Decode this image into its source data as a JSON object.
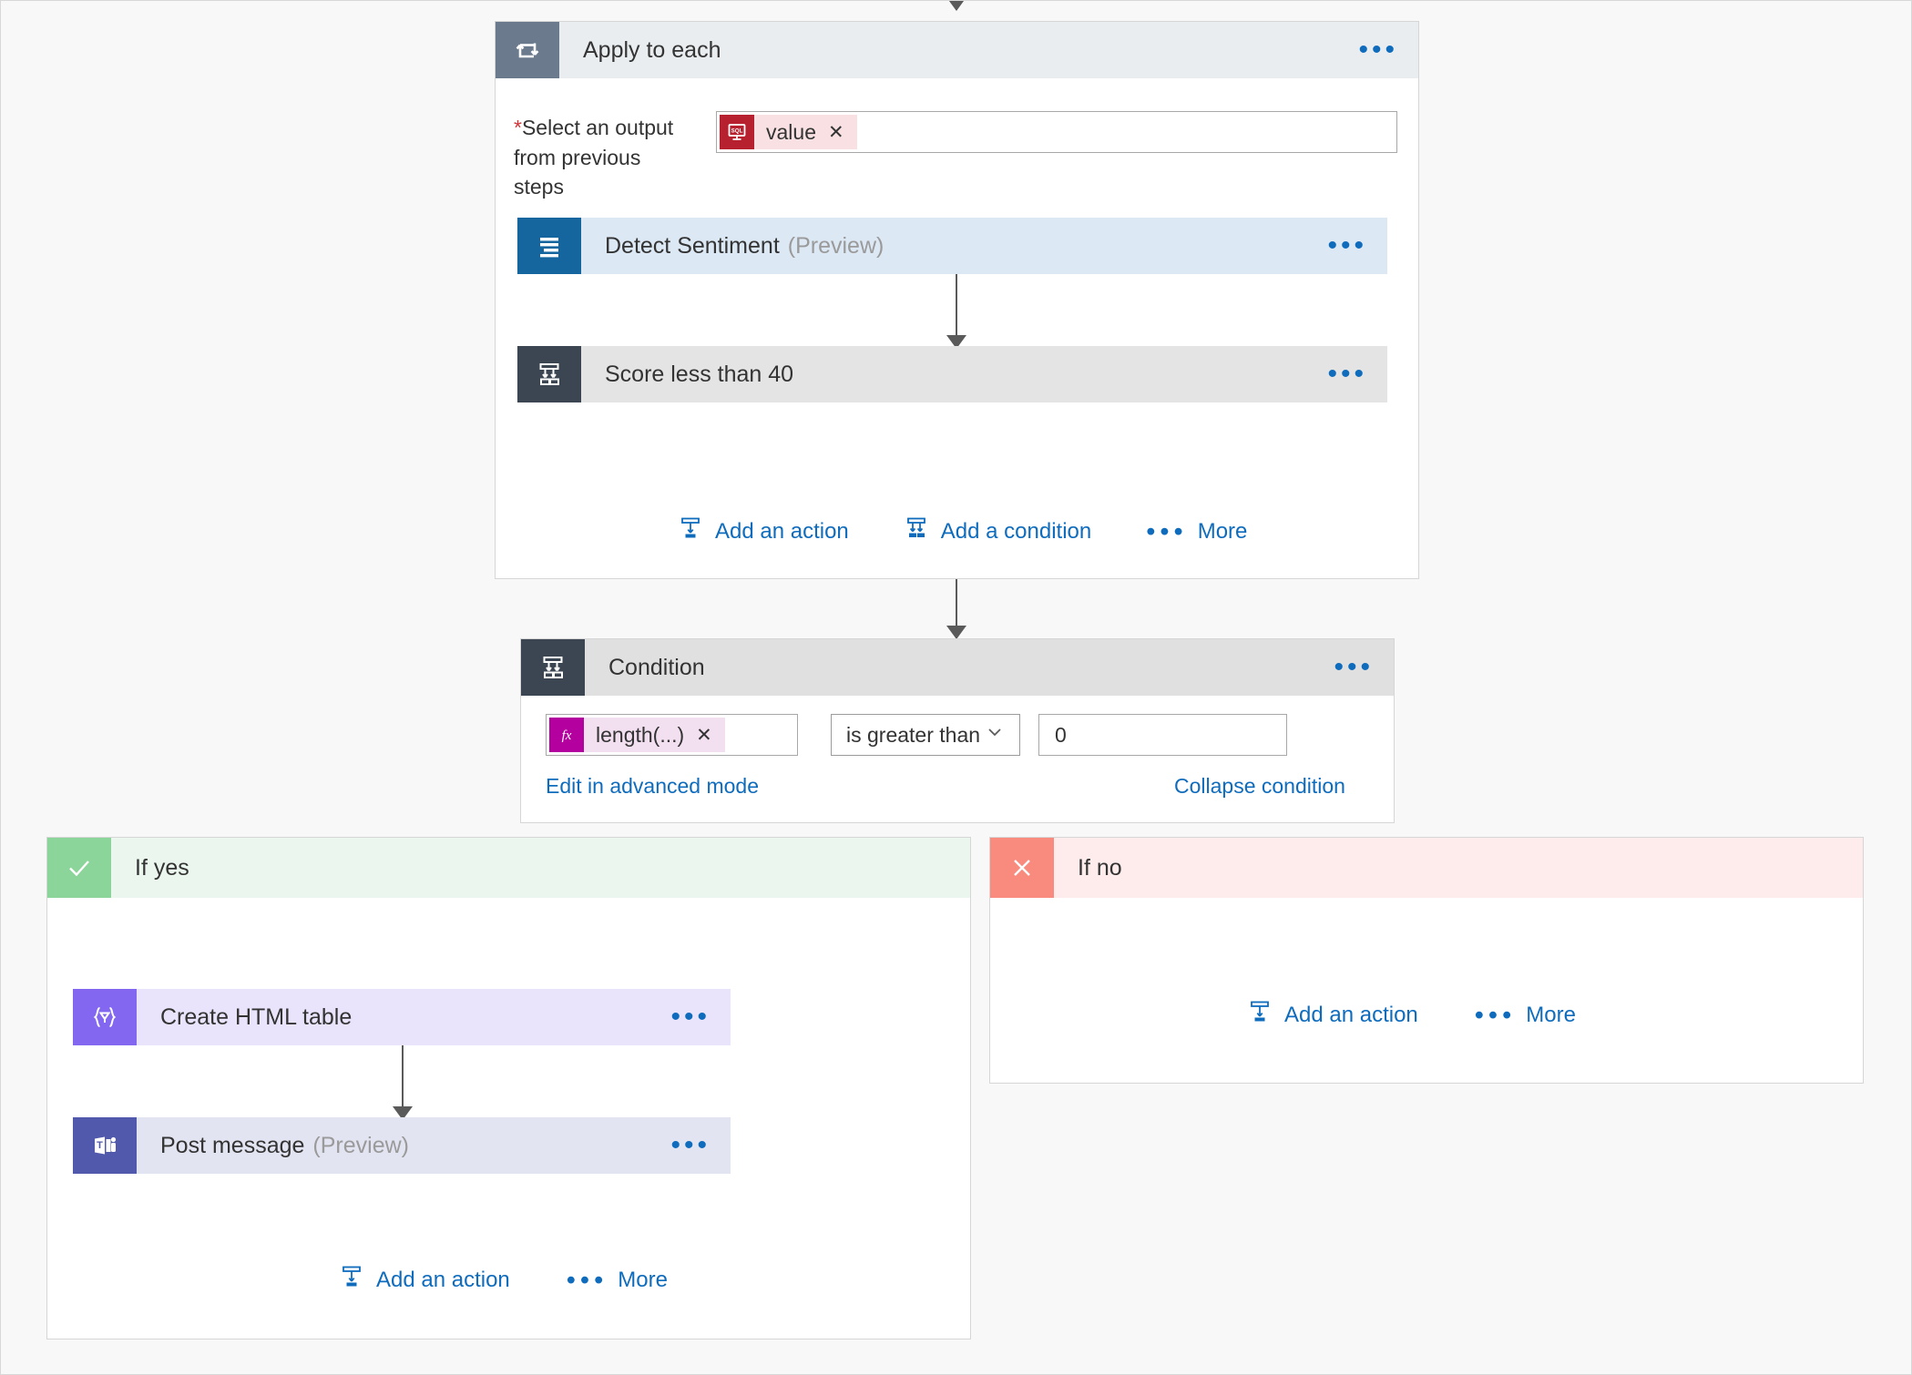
{
  "flow": {
    "apply_to_each": {
      "title": "Apply to each",
      "icon": "loop-icon",
      "tile_color": "#6b7a8c",
      "header_bg": "#e9edf0",
      "overflow": "•••",
      "input_label_required": "*",
      "input_label": "Select an output from previous steps",
      "token": {
        "icon": "sql-server-icon",
        "label": "value",
        "remove": "✕",
        "tile_color": "#b7202e",
        "body_color": "#f9e0e2"
      },
      "actions": [
        {
          "label": "Add an action",
          "icon": "add-action-icon"
        },
        {
          "label": "Add a condition",
          "icon": "add-condition-icon"
        },
        {
          "label": "More",
          "icon": "more-dots-icon"
        }
      ],
      "children": [
        {
          "title": "Detect Sentiment",
          "subtitle": "(Preview)",
          "icon": "text-analytics-icon",
          "tile_color": "#15659e",
          "header_bg": "#dce8f4",
          "overflow": "•••"
        },
        {
          "title": "Score less than 40",
          "subtitle": "",
          "icon": "condition-icon",
          "tile_color": "#3b4652",
          "header_bg": "#e4e4e4",
          "overflow": "•••"
        }
      ]
    },
    "condition": {
      "title": "Condition",
      "icon": "condition-icon",
      "tile_color": "#3b4652",
      "header_bg": "#e0e0e0",
      "overflow": "•••",
      "left_token": {
        "icon": "function-fx-icon",
        "label": "length(...)",
        "remove": "✕",
        "tile_color": "#b4009e",
        "body_color": "#f2dff0"
      },
      "operator": "is greater than",
      "operator_chevron": "∨",
      "value": "0",
      "advanced_link": "Edit in advanced mode",
      "collapse_link": "Collapse condition"
    },
    "branch_yes": {
      "label": "If yes",
      "icon": "checkmark-icon",
      "tile_color": "#8bd49a",
      "header_bg": "#ebf7ee",
      "actions": [
        {
          "label": "Add an action",
          "icon": "add-action-icon"
        },
        {
          "label": "More",
          "icon": "more-dots-icon"
        }
      ],
      "steps": [
        {
          "title": "Create HTML table",
          "subtitle": "",
          "icon": "data-operations-icon",
          "tile_color": "#8367f0",
          "header_bg": "#e9e4fb",
          "overflow": "•••"
        },
        {
          "title": "Post message",
          "subtitle": "(Preview)",
          "icon": "teams-icon",
          "tile_color": "#5059ab",
          "header_bg": "#e3e4f2",
          "overflow": "•••"
        }
      ]
    },
    "branch_no": {
      "label": "If no",
      "icon": "cross-icon",
      "tile_color": "#f98a7e",
      "header_bg": "#fdeceb",
      "actions": [
        {
          "label": "Add an action",
          "icon": "add-action-icon"
        },
        {
          "label": "More",
          "icon": "more-dots-icon"
        }
      ],
      "steps": []
    }
  }
}
